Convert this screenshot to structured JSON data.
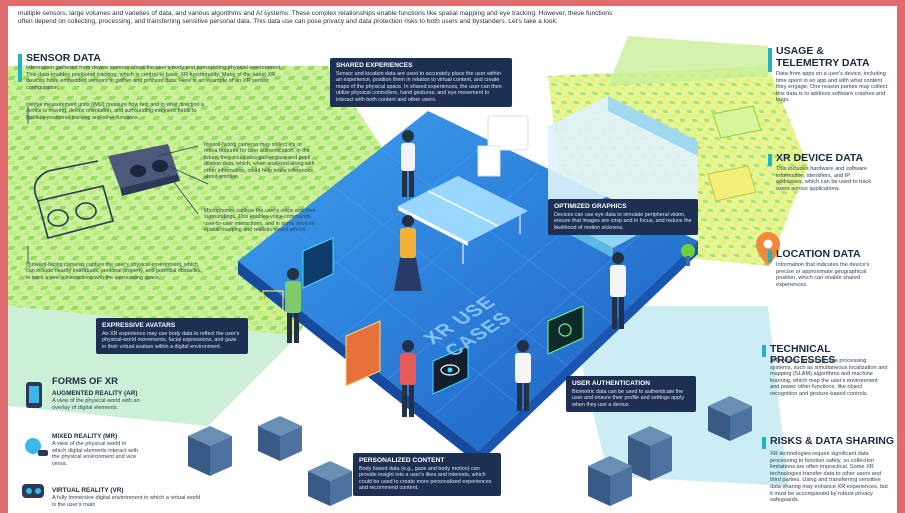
{
  "intro": "multiple sensors, large volumes and varieties of data, and various algorithms and AI systems. These complex relationships enable functions like spatial mapping and eye tracking. However, these functions often depend on collecting, processing, and transferring sensitive personal data. This data use can pose privacy and data protection risks to both users and bystanders. Let's take a look:",
  "sensor_data": {
    "title": "SENSOR DATA",
    "body": "Information gathered from device sensors about the user's body and surrounding physical environment. This data enables positional tracking, which is central to basic XR functionality. Many of the latest XR devices have embedded sensors to gather and process data. Here is an example of an XR sensor configuration:",
    "imu": "Inertial measurement units (IMU) measure how fast and in what direction a device is moving, device orientation, and surrounding magnetic fields to facilitate positional tracking and other functions.",
    "inward": "Inward-facing cameras may collect iris or retina features for user authentication. In the future, they could also gather gaze and pupil dilation data, which, when analyzed along with other information, could help make inferences about emotion.",
    "microphones": "Microphones capture the user's voice and their surroundings. This enables voice commands, user-to-user interactions, and in some devices, spatial mapping and realistic sound effects.",
    "outward": "Outward-facing cameras capture the user's physical environment, which can include nearby individuals, personal property, and potential obstacles, to track a user's interactions with the surrounding space."
  },
  "panels": {
    "shared": {
      "title": "SHARED EXPERIENCES",
      "body": "Sensor and location data are used to accurately place the user within an experience, position them in relation to virtual content, and create maps of the physical space. In shared experiences, the user can then utilize physical controllers, hand gestures, and eye movement to interact with both content and other users."
    },
    "graphics": {
      "title": "OPTIMIZED GRAPHICS",
      "body": "Devices can use eye data to simulate peripheral vision, ensure that images are crisp and in focus, and reduce the likelihood of motion sickness."
    },
    "avatars": {
      "title": "EXPRESSIVE AVATARS",
      "body": "An XR experience may use body data to reflect the user's physical-world movements, facial expressions, and gaze in their virtual avatars within a digital environment."
    },
    "auth": {
      "title": "USER AUTHENTICATION",
      "body": "Biometric data can be used to authenticate the user and ensure their profile and settings apply when they use a device."
    },
    "personalized": {
      "title": "PERSONALIZED CONTENT",
      "body": "Body based data (e.g., gaze and body motion) can provide insight into a user's likes and interests, which could be used to create more personalized experiences and recommend content."
    }
  },
  "center_label": "XR USE CASES",
  "forms": {
    "title": "FORMS OF XR",
    "ar_title": "AUGMENTED REALITY (AR)",
    "ar_body": "A view of the physical world with an overlay of digital elements.",
    "mr_title": "MIXED REALITY (MR)",
    "mr_body": "A view of the physical world in which digital elements interact with the physical environment and vice versa.",
    "vr_title": "VIRTUAL REALITY (VR)",
    "vr_body": "A fully immersive digital environment in which a virtual world is the user's main"
  },
  "right": {
    "usage_title1": "USAGE &",
    "usage_title2": "TELEMETRY DATA",
    "usage_body": "Data from apps on a user's device, including time spent in an app and with what content they engage. One reason parties may collect this data is to address software crashes and bugs.",
    "device_title": "XR DEVICE DATA",
    "device_body": "This includes hardware and software information, identifiers, and IP addresses, which can be used to track users across applications.",
    "location_title": "LOCATION DATA",
    "location_body": "Information that indicates the device's precise or approximate geographical position, which can enable shared experiences.",
    "tech_title": "TECHNICAL PROCESSES",
    "tech_body": "XR requires advanced data processing systems, such as simultaneous localization and mapping (SLAM) algorithms and machine learning, which map the user's environment and power other functions, like object recognition and gesture-based controls.",
    "risks_title": "RISKS & DATA SHARING",
    "risks_body": "XR technologies require significant data processing to function safely, so collection limitations are often impractical. Some XR technologies transfer data to other users and third parties. Using and transferring sensitive data sharing may enhance XR experiences, but it must be accompanied by robust privacy safeguards."
  },
  "colors": {
    "frame": "#e06b6e",
    "navy": "#1d2f52",
    "teal": "#21b3c4",
    "platform": "#2b7fd8",
    "green": "#6fcf3a",
    "yellow": "#e8e54a",
    "orange": "#f0873a"
  },
  "icons": [
    "headset-icon",
    "location-pin-icon",
    "ping-pong-table-icon",
    "person-icon",
    "server-icon",
    "eye-icon",
    "phone-icon"
  ]
}
